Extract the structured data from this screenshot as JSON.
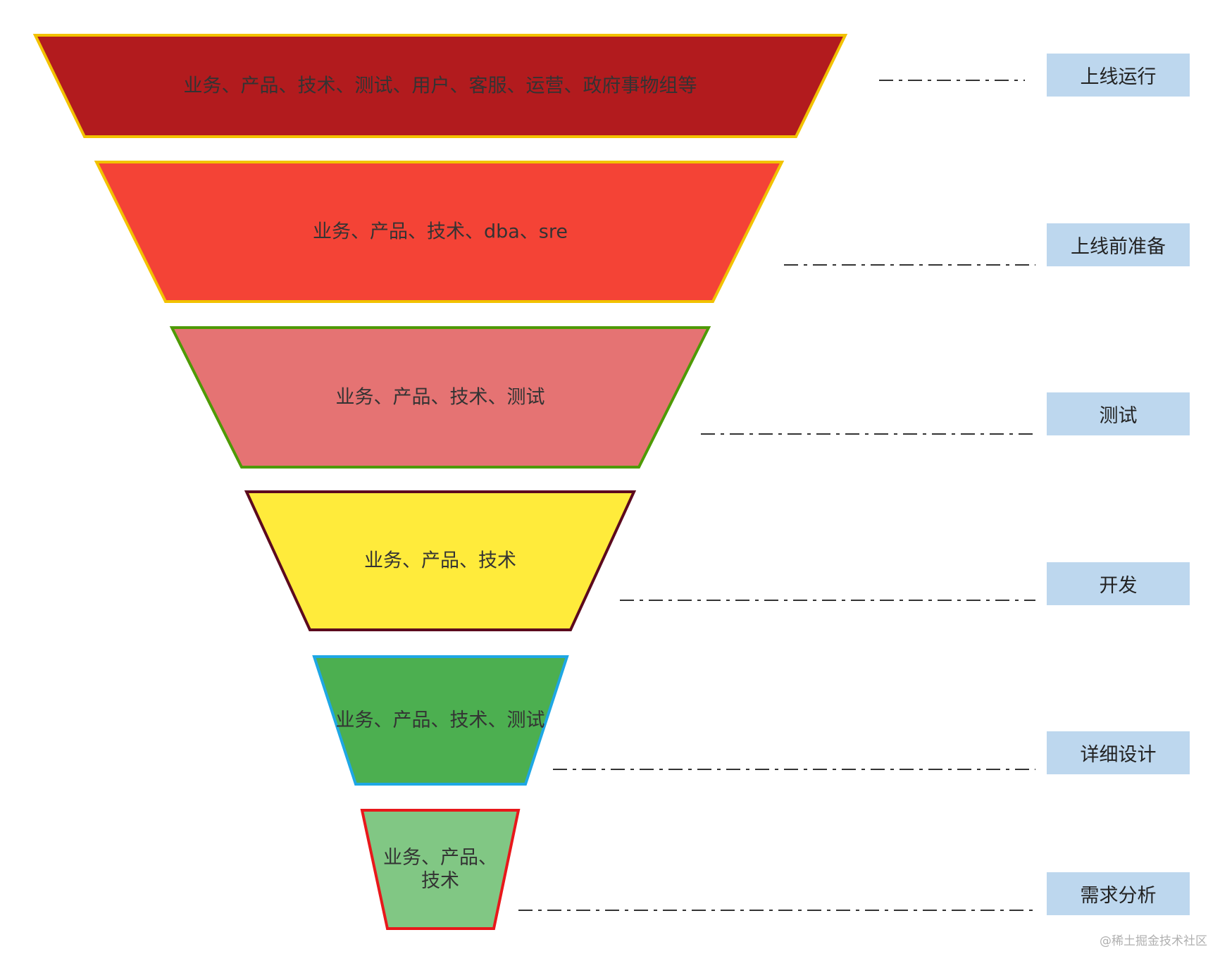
{
  "tiers": [
    {
      "lines": [
        "业务、产品、技术、测试、用户、客服、运营、政府事物组等"
      ],
      "fill": "#b21b1e",
      "stroke": "#f2c200"
    },
    {
      "lines": [
        "业务、产品、技术、dba、sre"
      ],
      "fill": "#f44336",
      "stroke": "#f2c200"
    },
    {
      "lines": [
        "业务、产品、技术、测试"
      ],
      "fill": "#e57373",
      "stroke": "#4e9a06"
    },
    {
      "lines": [
        "业务、产品、技术"
      ],
      "fill": "#ffeb3b",
      "stroke": "#5c0a1e"
    },
    {
      "lines": [
        "业务、产品、技术、测试"
      ],
      "fill": "#4caf50",
      "stroke": "#1ea7e4"
    },
    {
      "lines": [
        "业务、产品、",
        "技术"
      ],
      "fill": "#81c784",
      "stroke": "#e8181b"
    }
  ],
  "stages": [
    "上线运行",
    "上线前准备",
    "测试",
    "开发",
    "详细设计",
    "需求分析"
  ],
  "colors": {
    "stage_box": "#bdd7ee",
    "connector": "#333333"
  },
  "watermark": "@稀土掘金技术社区"
}
